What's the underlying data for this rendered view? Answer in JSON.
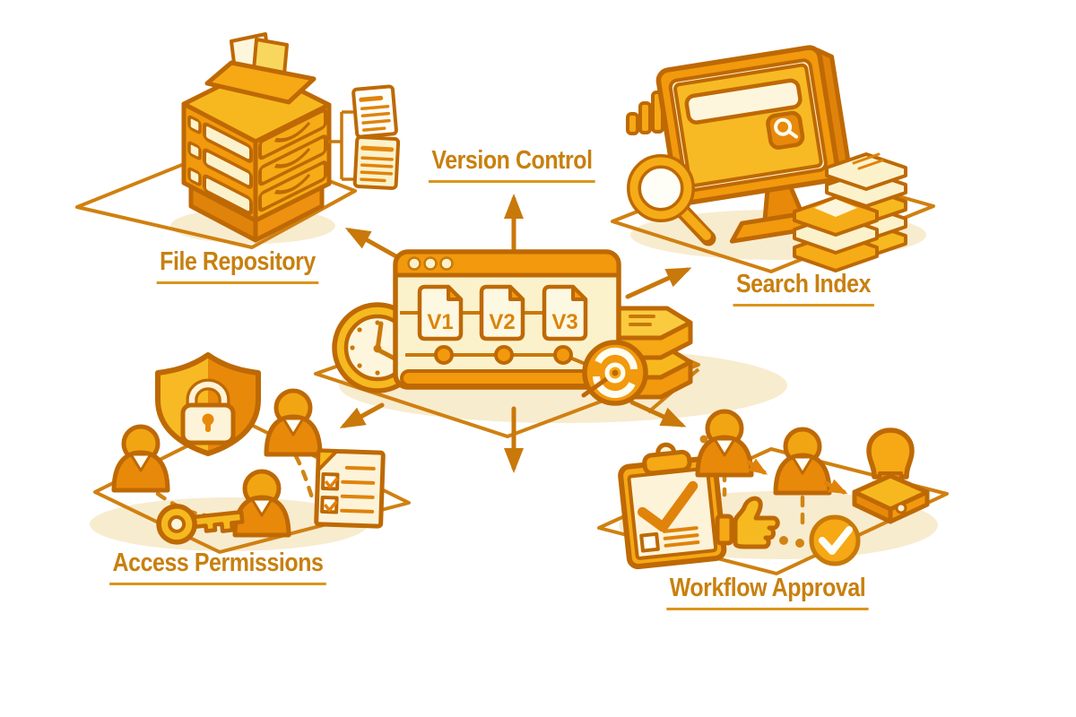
{
  "labels": {
    "file_repository": "File Repository",
    "version_control": "Version Control",
    "search_index": "Search Index",
    "access_permissions": "Access Permissions",
    "workflow_approval": "Workflow Approval"
  },
  "center_window": {
    "versions": [
      "V1",
      "V2",
      "V3"
    ]
  },
  "palette": {
    "outline": "#BE6904",
    "arrow": "#C9780A",
    "orange": "#F2990D",
    "orange_deep": "#E0830A",
    "gold": "#F6AC16",
    "gold_light": "#F7B81F",
    "cream": "#FBF2CC",
    "cream_light": "#FDF6DC",
    "label_text": "#C8800F",
    "label_underline": "#D9961C",
    "shadow": "#F8ECCF",
    "white": "#FFFFFF"
  },
  "icons": {
    "file-cabinet-icon": "🗄",
    "folder-icon": "📂",
    "document-icon": "📄",
    "browser-window-icon": "🗔",
    "clock-icon": "🕐",
    "timeline-icon": "●─●─●",
    "database-stack-icon": "🗃",
    "target-dial-icon": "◎",
    "monitor-icon": "🖥",
    "search-bar-icon": "▭",
    "magnifier-icon": "🔍",
    "bar-chart-icon": "📊",
    "book-stack-icon": "📚",
    "shield-lock-icon": "🛡",
    "padlock-icon": "🔒",
    "user-icon": "👤",
    "key-icon": "🔑",
    "checklist-icon": "📋",
    "clipboard-check-icon": "📋",
    "thumbs-up-icon": "👍",
    "check-circle-icon": "✔",
    "approval-stamp-icon": "🖃",
    "arrow-icon": "➤"
  }
}
